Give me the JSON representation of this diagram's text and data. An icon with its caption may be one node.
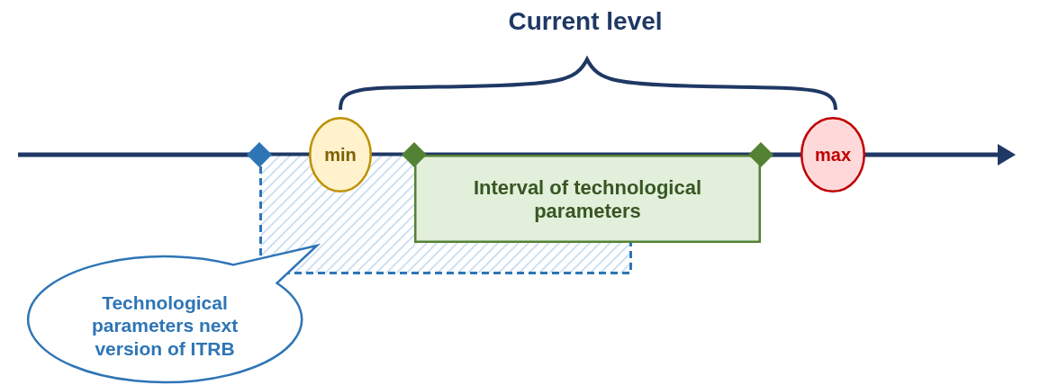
{
  "diagram": {
    "nodes": [
      {
        "text": [],
        "shape": "box"
      },
      {
        "text": [
          "min"
        ]
      },
      {
        "text": [
          "Interval of technological parameters"
        ]
      },
      {
        "text": [
          "max"
        ]
      },
      {
        "text": [
          "Technological parameters next version of ITRB"
        ]
      }
    ],
    "labels": [
      "Current level"
    ]
  }
}
